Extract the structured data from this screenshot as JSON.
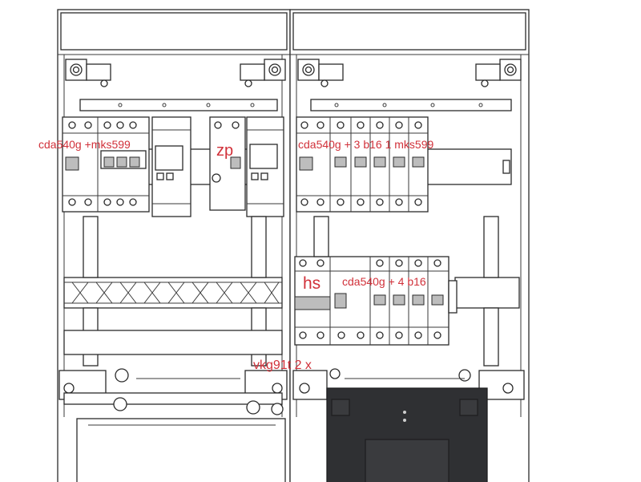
{
  "labels": {
    "left_group": "cda540g +mks599",
    "zp": "zp",
    "right_top_group": "cda540g + 3 b16 1 mks599",
    "hs": "hs",
    "right_mid_group": "cda540g + 4 b16",
    "bottom": "vkg91t 2 x"
  },
  "colors": {
    "label": "#d1313a",
    "line": "#2b2b2b",
    "meter_body": "#2f3033"
  }
}
